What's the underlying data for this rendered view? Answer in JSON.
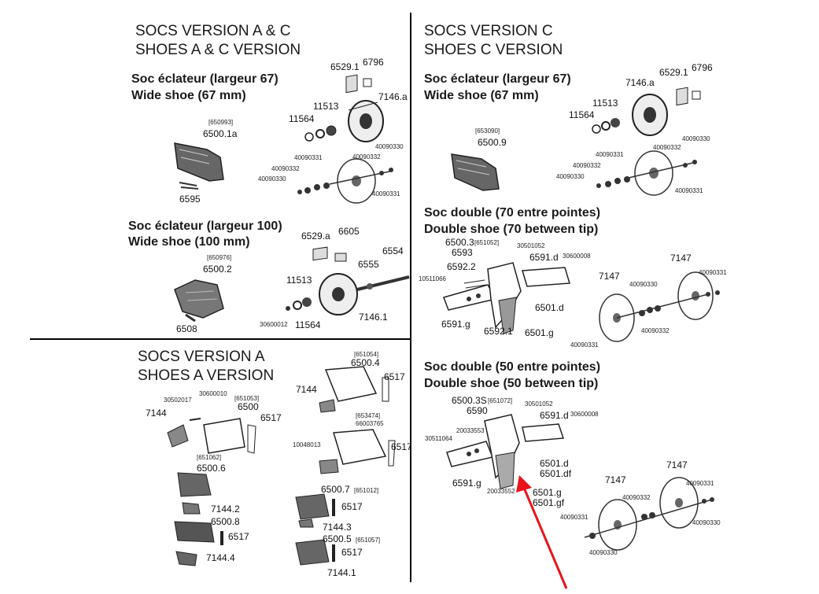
{
  "panel_tl": {
    "title": "SOCS VERSION A & C",
    "subtitle": "SHOES A & C VERSION",
    "sec1_fr": "Soc éclateur (largeur 67)",
    "sec1_en": "Wide shoe (67 mm)",
    "sec2_fr": "Soc éclateur (largeur 100)",
    "sec2_en": "Wide shoe (100 mm)",
    "labels": {
      "p650993": "[650993]",
      "p6500_1a": "6500.1a",
      "p6595": "6595",
      "p6529_1": "6529.1",
      "p6796": "6796",
      "p7146_a": "7146.a",
      "p11513": "11513",
      "p11564": "11564",
      "p40090330a": "40090330",
      "p40090332a": "40090332",
      "p40090331a": "40090331",
      "p40090332b": "40090332",
      "p40090330b": "40090330",
      "p40090331b": "40090331",
      "p650976": "[650976]",
      "p6500_2": "6500.2",
      "p6508": "6508",
      "p6529_a": "6529.a",
      "p6605": "6605",
      "p6554": "6554",
      "p6555": "6555",
      "p11513b": "11513",
      "p30600012": "30600012",
      "p11564b": "11564",
      "p7146_1": "7146.1"
    }
  },
  "panel_tr": {
    "title": "SOCS VERSION C",
    "subtitle": "SHOES C VERSION",
    "sec1_fr": "Soc éclateur (largeur 67)",
    "sec1_en": "Wide shoe (67 mm)",
    "sec2_fr": "Soc double (70 entre pointes)",
    "sec2_en": "Double shoe (70 between tip)",
    "sec3_fr": "Soc double (50 entre pointes)",
    "sec3_en": "Double shoe (50 between tip)",
    "labels": {
      "p653090": "[653090]",
      "p6500_9": "6500.9",
      "p7146_a": "7146.a",
      "p6529_1": "6529.1",
      "p6796": "6796",
      "p11513": "11513",
      "p11564": "11564",
      "p40090330a": "40090330",
      "p40090332a": "40090332",
      "p40090331a": "40090331",
      "p40090330b": "40090330",
      "p40090332b": "40090332",
      "p40090331b": "40090331",
      "p6500_3": "6500.3",
      "p651052": "[651052]",
      "p6593": "6593",
      "p30501052": "30501052",
      "p6591_d": "6591.d",
      "p30600008": "30600008",
      "p6592_2": "6592.2",
      "p10511066": "10511066",
      "p6501_d": "6501.d",
      "p6591_g": "6591.g",
      "p6592_1": "6592.1",
      "p6501_g": "6501.g",
      "p7147a": "7147",
      "p7147b": "7147",
      "p40090330c": "40090330",
      "p40090331c": "40090331",
      "p40090331d": "40090331",
      "p40090332c": "40090332",
      "p6500_3s": "6500.3S",
      "p651072": "[651072]",
      "p6590": "6590",
      "p30501052b": "30501052",
      "p6591_d2": "6591.d",
      "p30600008b": "30600008",
      "p20033553": "20033553",
      "p30511064": "30511064",
      "p6501_d2": "6501.d",
      "p6501_df": "6501.df",
      "p6591_g2": "6591.g",
      "p20033552": "20033552",
      "p6501_g2": "6501.g",
      "p6501_gf": "6501.gf",
      "p7147c": "7147",
      "p7147d": "7147",
      "p40090331e": "40090331",
      "p40090332d": "40090332",
      "p40090331f": "40090331",
      "p40090330d": "40090330",
      "p40090330e": "40090330"
    }
  },
  "panel_bl": {
    "title": "SOCS VERSION A",
    "subtitle": "SHOES A VERSION",
    "labels": {
      "p7144a": "7144",
      "p30502017": "30502017",
      "p30600010": "30600010",
      "p651053": "[651053]",
      "p6500": "6500",
      "p6517a": "6517",
      "p651062": "[651062]",
      "p6500_6": "6500.6",
      "p7144_2": "7144.2",
      "p6500_8": "6500.8",
      "p6517b": "6517",
      "p7144_4": "7144.4",
      "p651054": "[651054]",
      "p6500_4": "6500.4",
      "p7144b": "7144",
      "p6517c": "6517",
      "p653474": "[653474]",
      "p66003765": "66003765",
      "p10048013": "10048013",
      "p6517d": "6517",
      "p6500_7": "6500.7",
      "p651012": "[651012]",
      "p6517e": "6517",
      "p7144_3": "7144.3",
      "p6500_5": "6500.5",
      "p651057": "[651057]",
      "p6517f": "6517",
      "p7144_1": "7144.1"
    }
  },
  "colors": {
    "arrow": "#e8141c",
    "line": "#000000",
    "part": "#333333"
  }
}
